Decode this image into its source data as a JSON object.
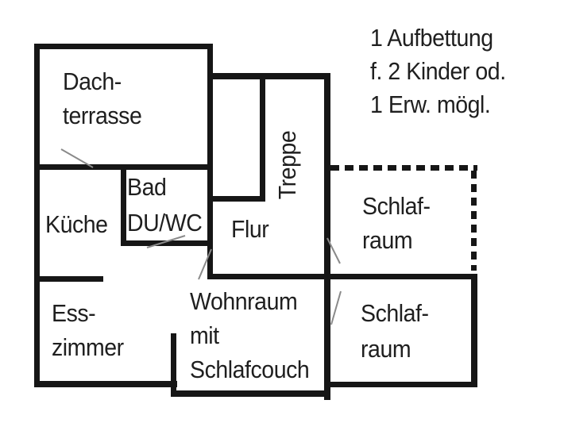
{
  "annotation": {
    "line1": "1 Aufbettung",
    "line2": "f. 2 Kinder od.",
    "line3": "1 Erw. mögl."
  },
  "rooms": {
    "dachterrasse": {
      "line1": "Dach-",
      "line2": "terrasse"
    },
    "kueche": {
      "line1": "Küche"
    },
    "bad": {
      "line1": "Bad",
      "line2": "DU/WC"
    },
    "flur": {
      "line1": "Flur"
    },
    "treppe": {
      "line1": "Treppe"
    },
    "schlafraum_oben": {
      "line1": "Schlaf-",
      "line2": "raum"
    },
    "schlafraum_unten": {
      "line1": "Schlaf-",
      "line2": "raum"
    },
    "esszimmer": {
      "line1": "Ess-",
      "line2": "zimmer"
    },
    "wohnraum": {
      "line1": "Wohnraum",
      "line2": "mit",
      "line3": "Schlafcouch"
    }
  },
  "colors": {
    "wall": "#161616",
    "text": "#1f1f1f",
    "door_line": "#8a8a8a",
    "background": "#ffffff"
  }
}
